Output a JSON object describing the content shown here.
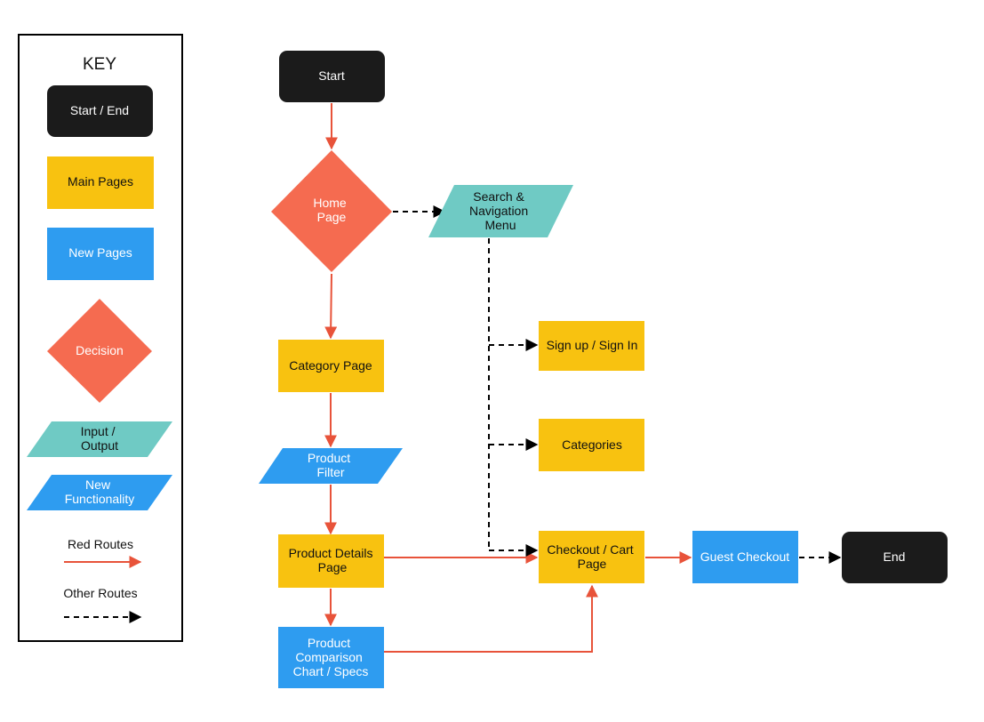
{
  "colors": {
    "start_end": "#1b1b1b",
    "main_page": "#f8c210",
    "new_page": "#2e9cf0",
    "decision": "#f56b50",
    "input_output": "#6fcac4",
    "red_route": "#e8533a",
    "other_route": "#000000",
    "text_light": "#ffffff",
    "text_dark": "#111111"
  },
  "key": {
    "title": "KEY",
    "start_end": "Start / End",
    "main_pages": "Main Pages",
    "new_pages": "New Pages",
    "decision": "Decision",
    "input_output": [
      "Input /",
      "Output"
    ],
    "new_functionality": [
      "New",
      "Functionality"
    ],
    "red_routes": "Red Routes",
    "other_routes": "Other Routes"
  },
  "nodes": {
    "start": "Start",
    "home_page": [
      "Home",
      "Page"
    ],
    "search_nav": [
      "Search &",
      "Navigation",
      "Menu"
    ],
    "signup": "Sign up / Sign In",
    "categories": "Categories",
    "category_page": "Category Page",
    "product_filter": [
      "Product",
      "Filter"
    ],
    "product_details": [
      "Product Details",
      "Page"
    ],
    "checkout_cart": [
      "Checkout / Cart",
      "Page"
    ],
    "guest_checkout": "Guest Checkout",
    "end": "End",
    "product_comparison": [
      "Product",
      "Comparison",
      "Chart / Specs"
    ]
  }
}
